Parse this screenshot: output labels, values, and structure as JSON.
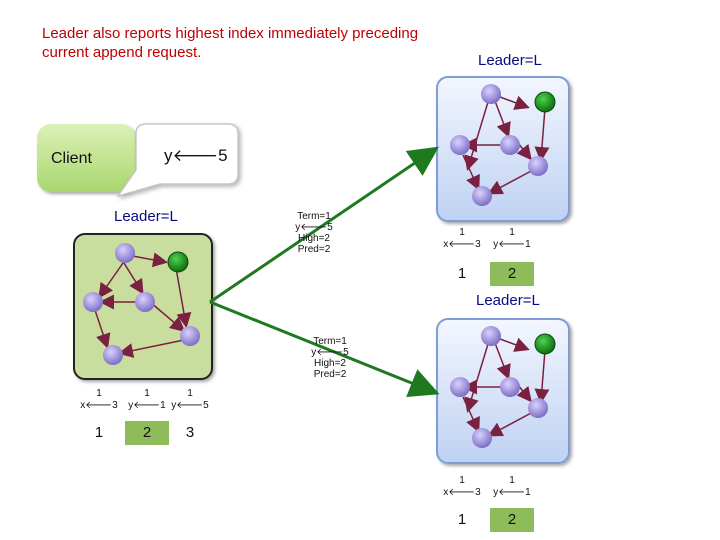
{
  "title": "Leader also reports highest index immediately preceding current append request.",
  "client": {
    "label": "Client"
  },
  "bubble": {
    "text": "y🡐5"
  },
  "leaders": {
    "top": "Leader=L",
    "middle": "Leader=L",
    "bottom": "Leader=L"
  },
  "messages": [
    {
      "term": "Term=1",
      "entry": "y🡐5",
      "high": "High=2",
      "pred": "Pred=2"
    },
    {
      "term": "Term=1",
      "entry": "y🡐5",
      "high": "High=2",
      "pred": "Pred=2"
    }
  ],
  "logs": {
    "top": {
      "entries": [
        {
          "term": "1",
          "cmd": "x🡐3"
        },
        {
          "term": "1",
          "cmd": "y🡐1"
        }
      ],
      "indices": [
        "1",
        "2"
      ],
      "highlight_index": 1
    },
    "middle": {
      "entries": [
        {
          "term": "1",
          "cmd": "x🡐3"
        },
        {
          "term": "1",
          "cmd": "y🡐1"
        },
        {
          "term": "1",
          "cmd": "y🡐5"
        }
      ],
      "indices": [
        "1",
        "2",
        "3"
      ],
      "highlight_index": 1
    },
    "bottom": {
      "entries": [
        {
          "term": "1",
          "cmd": "x🡐3"
        },
        {
          "term": "1",
          "cmd": "y🡐1"
        }
      ],
      "indices": [
        "1",
        "2"
      ],
      "highlight_index": 1
    }
  },
  "colors": {
    "title": "#c00000",
    "leader_label": "#0a0a80",
    "node_purple": "#9b8fd6",
    "node_green": "#1e9a1e",
    "edge": "#7a2040",
    "arrow": "#1f7a1f",
    "index_highlight": "#8fbc5a"
  }
}
